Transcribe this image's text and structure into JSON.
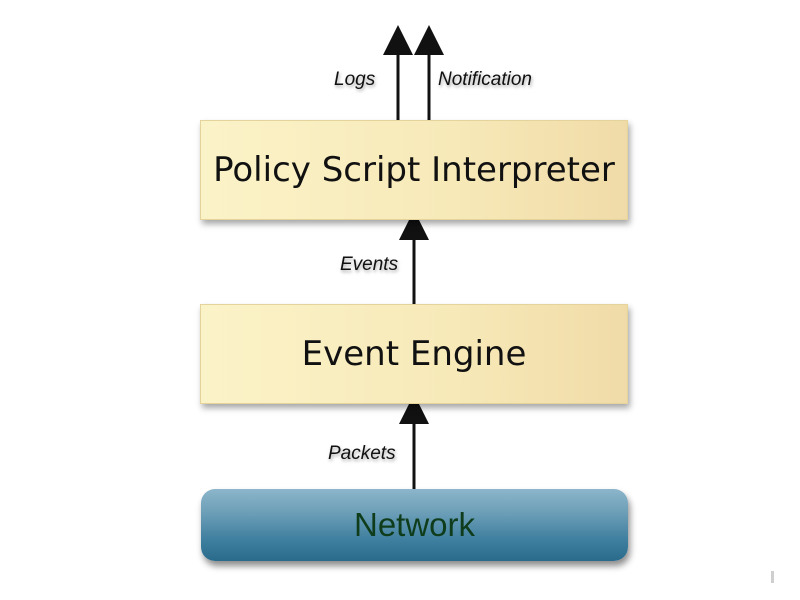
{
  "boxes": {
    "policy_script_interpreter": "Policy Script Interpreter",
    "event_engine": "Event Engine",
    "network": "Network"
  },
  "edges": {
    "logs": "Logs",
    "notification": "Notification",
    "events": "Events",
    "packets": "Packets"
  },
  "colors": {
    "box_fill": "#f7e9b8",
    "network_fill": "#3f7f9f",
    "network_text": "#0f3d1c",
    "arrow": "#111111"
  }
}
